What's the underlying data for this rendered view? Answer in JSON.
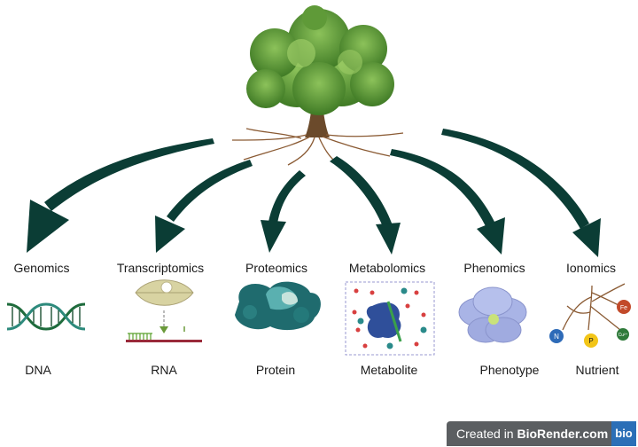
{
  "categories": [
    {
      "label": "Genomics",
      "item": "DNA"
    },
    {
      "label": "Transcriptomics",
      "item": "RNA"
    },
    {
      "label": "Proteomics",
      "item": "Protein"
    },
    {
      "label": "Metabolomics",
      "item": "Metabolite"
    },
    {
      "label": "Phenomics",
      "item": "Phenotype"
    },
    {
      "label": "Ionomics",
      "item": "Nutrient"
    }
  ],
  "nutrient_ions": {
    "n": "N",
    "p": "P",
    "fe": "Fe",
    "cu": "Cu²⁺"
  },
  "badge": {
    "prefix": "Created in ",
    "brand": "BioRender.com",
    "logo": "bio"
  },
  "colors": {
    "arrow": "#0b3d35",
    "tree": "#4f8c2a",
    "trunk": "#6b4a2b"
  }
}
